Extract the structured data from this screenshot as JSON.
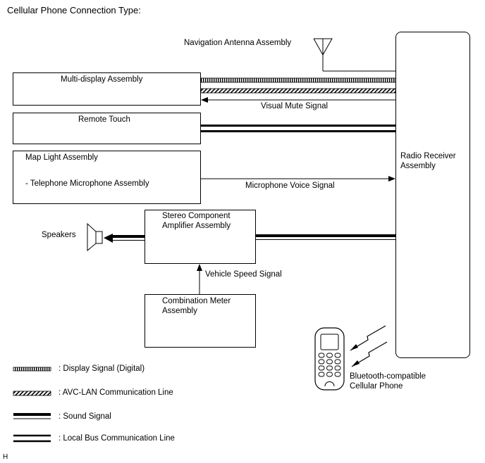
{
  "title": "Cellular Phone Connection Type:",
  "components": {
    "navigation_antenna": "Navigation Antenna Assembly",
    "multi_display": "Multi-display Assembly",
    "remote_touch": "Remote Touch",
    "map_light": "Map Light Assembly",
    "telephone_microphone": "- Telephone Microphone Assembly",
    "radio_receiver_line1": "Radio Receiver",
    "radio_receiver_line2": "Assembly",
    "stereo_amp_line1": "Stereo Component",
    "stereo_amp_line2": "Amplifier Assembly",
    "speakers": "Speakers",
    "combination_meter_line1": "Combination Meter",
    "combination_meter_line2": "Assembly",
    "cellular_phone_line1": "Bluetooth-compatible",
    "cellular_phone_line2": "Cellular Phone"
  },
  "signals": {
    "visual_mute": "Visual Mute Signal",
    "microphone_voice": "Microphone Voice Signal",
    "vehicle_speed": "Vehicle Speed Signal"
  },
  "legend": [
    {
      "label": ": Display Signal (Digital)"
    },
    {
      "label": ": AVC-LAN Communication Line"
    },
    {
      "label": ": Sound Signal"
    },
    {
      "label": ": Local Bus Communication Line"
    }
  ],
  "corner_mark": "H"
}
